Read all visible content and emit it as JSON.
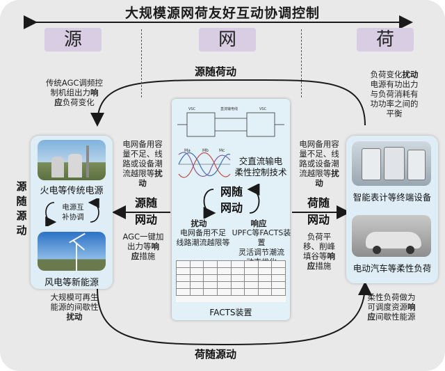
{
  "title": "大规模源网荷友好互动协调控制",
  "headers": {
    "source": "源",
    "grid": "网",
    "load": "荷"
  },
  "cycle": {
    "top": "源随荷动",
    "bottom": "荷随源动",
    "left": [
      "源",
      "随",
      "源",
      "动"
    ],
    "right_mid": [
      "荷随",
      "网动"
    ],
    "left_mid": [
      "源随",
      "网动"
    ]
  },
  "texts": {
    "top_left": [
      "传统AGC调频控",
      "制机组出力",
      "响",
      "应负荷变化"
    ],
    "top_right": [
      "负荷变化",
      "扰动",
      "电源有功出力",
      "与负荷消耗有",
      "功功率之间的",
      "平衡"
    ],
    "mid_left": [
      "电网备用容",
      "量不足、线",
      "路或设备潮",
      "流越限等",
      "扰",
      "动"
    ],
    "mid_left_low": [
      "AGC一键加",
      "出力等",
      "响",
      "应措施"
    ],
    "mid_right": [
      "电网备用容",
      "量不足、线",
      "路或设备潮",
      "流越限等",
      "扰",
      "动"
    ],
    "mid_right_low": [
      "负荷平",
      "移、削峰",
      "填谷等",
      "响",
      "应措施"
    ],
    "bottom_left": [
      "大规模可再生",
      "能源的间歇性",
      "扰动"
    ],
    "bottom_right": [
      "柔性负荷做为",
      "可调度资源",
      "响",
      "应间歇性能源"
    ]
  },
  "left_panel": {
    "caption_top": "火电等传统电源",
    "mutual": [
      "电源互",
      "补协调"
    ],
    "caption_bottom": "风电等新能源"
  },
  "right_panel": {
    "caption_top": "智能表计等终端设备",
    "caption_bottom": "电动汽车等柔性负荷"
  },
  "center": {
    "tech": [
      "交直流输电",
      "柔性控制技术"
    ],
    "loop": [
      "网随",
      "网动"
    ],
    "disturb": "扰动",
    "disturb_desc": "电网备用不足",
    "disturb_desc2": "线路潮流越限等",
    "response": "响应",
    "response_desc": [
      "UPFC等FACTS装置",
      "灵活调节潮流",
      "动态优化"
    ],
    "facts_label": "FACTS装置",
    "circuit_labels": [
      "VSC",
      "直流输电线",
      "VSC"
    ],
    "wave_labels": [
      "Ma",
      "Mb",
      "Mc"
    ]
  },
  "colors": {
    "arrow": "#1a1a1a",
    "pill": "#d9cde3",
    "panel": "#dfeef6"
  }
}
